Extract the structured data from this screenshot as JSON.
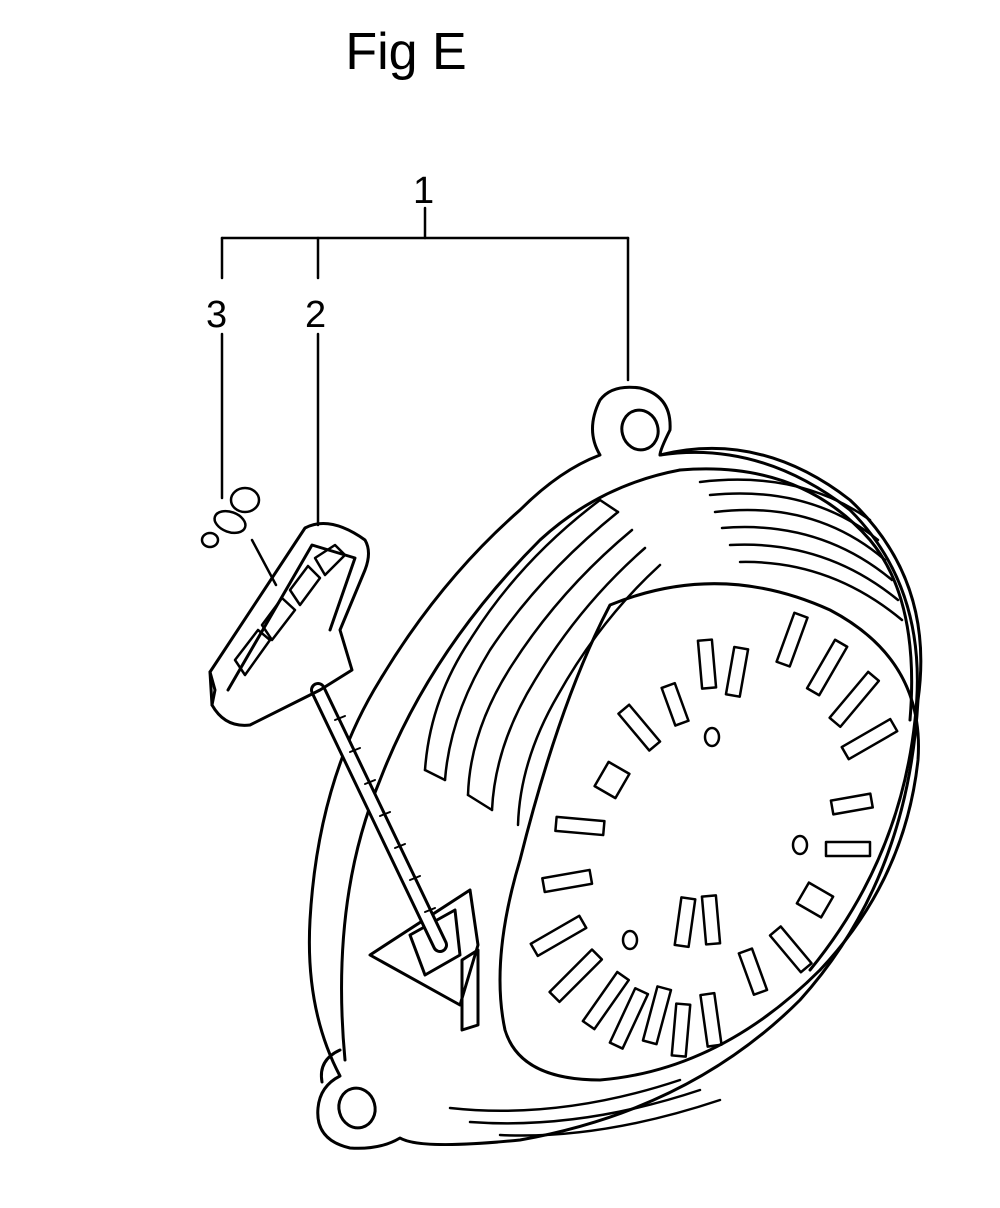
{
  "figure": {
    "title": "Fig E",
    "callouts": {
      "c1": "1",
      "c2": "2",
      "c3": "3"
    }
  },
  "parts": [
    "recoil-starter-assembly",
    "starter-handle-grip",
    "rope-knot"
  ],
  "colors": {
    "ink": "#000000",
    "background": "#ffffff"
  }
}
